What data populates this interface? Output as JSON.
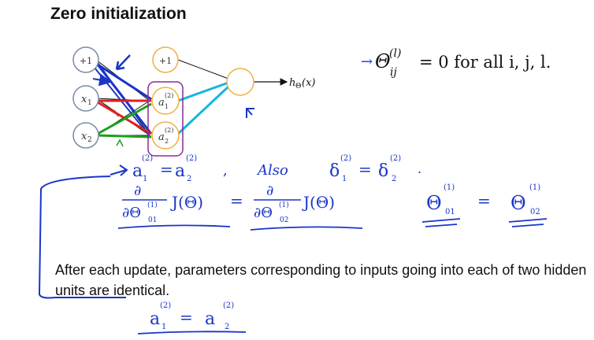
{
  "title": "Zero initialization",
  "network": {
    "input_bias": "+1",
    "input_x1_var": "x",
    "input_x1_sub": "1",
    "input_x2_var": "x",
    "input_x2_sub": "2",
    "hidden_bias": "+1",
    "hidden_unit1_var": "a",
    "hidden_unit1_sup": "(2)",
    "hidden_unit1_sub": "1",
    "hidden_unit2_var": "a",
    "hidden_unit2_sup": "(2)",
    "hidden_unit2_sub": "2",
    "output_label_main": "h",
    "output_label_sub": "Θ",
    "output_label_arg": "(x)"
  },
  "equation": {
    "arrow": "→",
    "symbol": "Θ",
    "superscript": "(l)",
    "subscript": "ij",
    "rest": "= 0 for all i, j, l."
  },
  "handwriting": {
    "line1_left": "a",
    "line1_left_sup": "(2)",
    "line1_left_sub": "1",
    "line1_eq": "=",
    "line1_right": "a",
    "line1_right_sup": "(2)",
    "line1_right_sub": "2",
    "also": "Also",
    "delta_left": "δ",
    "delta_left_sup": "(2)",
    "delta_left_sub": "1",
    "delta_eq": "=",
    "delta_right": "δ",
    "delta_right_sup": "(2)",
    "delta_right_sub": "2",
    "partial_num": "∂",
    "partial_den_left": "∂Θ",
    "partial_den_left_sup": "(1)",
    "partial_den_left_sub": "01",
    "cost_left": "J(Θ)",
    "partial_eq": "=",
    "partial_den_right": "∂Θ",
    "partial_den_right_sup": "(1)",
    "partial_den_right_sub": "02",
    "cost_right": "J(Θ)",
    "theta_left": "Θ",
    "theta_left_sup": "(1)",
    "theta_left_sub": "01",
    "theta_eq": "=",
    "theta_right": "Θ",
    "theta_right_sup": "(1)",
    "theta_right_sub": "02",
    "bottom_left": "a",
    "bottom_left_sup": "(2)",
    "bottom_left_sub": "1",
    "bottom_eq": "=",
    "bottom_right": "a",
    "bottom_right_sup": "(2)",
    "bottom_right_sub": "2"
  },
  "caption": "After each update, parameters corresponding to inputs going into each of two hidden units are identical.",
  "colors": {
    "input_node_stroke": "#7a8aa8",
    "hidden_node_stroke": "#f0b040",
    "ink_blue": "#1a35c8",
    "ink_red": "#e02020",
    "ink_green": "#1aa01a",
    "ink_cyan": "#12b6e0",
    "ink_purple": "#8a2a9a"
  }
}
